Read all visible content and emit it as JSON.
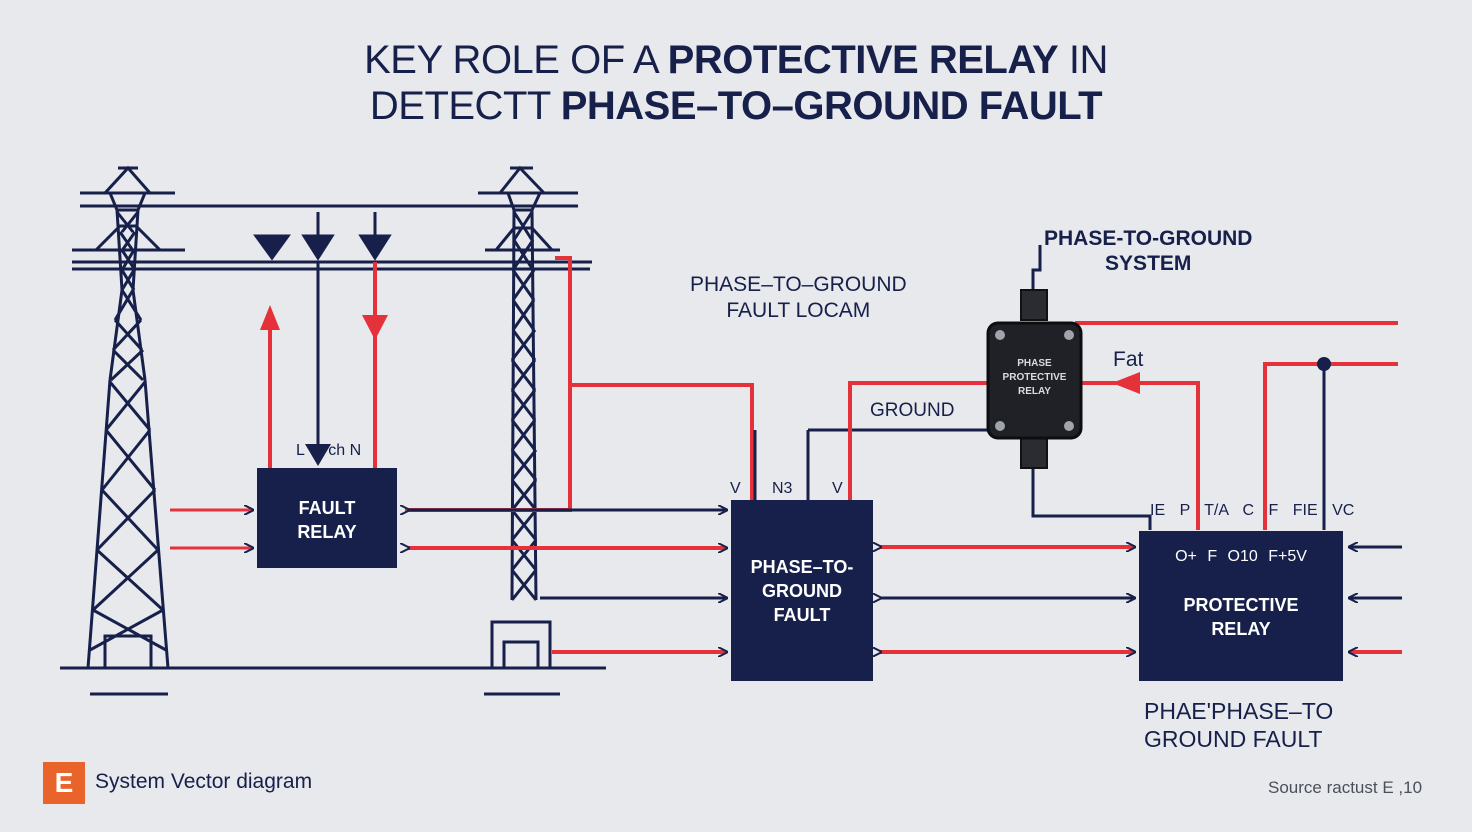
{
  "title": {
    "line1_prefix": "KEY ROLE OF A ",
    "line1_bold": "PROTECTIVE RELAY",
    "line1_suffix": " IN",
    "line2_prefix": "DETECTT ",
    "line2_bold": "PHASE–TO–GROUND FAULT"
  },
  "labels": {
    "left_box_top": "L W ch N",
    "mid_top_1": "V",
    "mid_top_2": "N3",
    "mid_top_3": "V",
    "fault_locam_line1": "PHASE–TO–GROUND",
    "fault_locam_line2": "FAULT LOCAM",
    "ground": "GROUND",
    "fat": "Fat",
    "system_line1": "PHASE-TO-GROUND",
    "system_line2": "SYSTEM",
    "right_top_row": "IE P T/A C F FIE VC",
    "right_box_header": "O+ F O10 F+5V",
    "bottom_right_line1": "PHAE'PHASE–TO",
    "bottom_right_line2": "GROUND FAULT"
  },
  "boxes": {
    "fault_relay_line1": "FAULT",
    "fault_relay_line2": "RELAY",
    "mid_line1": "PHASE–TO-",
    "mid_line2": "GROUND",
    "mid_line3": "FAULT",
    "protective_line1": "PROTECTIVE",
    "protective_line2": "RELAY"
  },
  "device": {
    "line1": "PHASE",
    "line2": "PROTECTIVE",
    "line3": "RELAY"
  },
  "footer": {
    "badge": "E",
    "caption": "System Vector diagram",
    "source": "Source ractust E ,10"
  },
  "colors": {
    "navy": "#16204a",
    "red": "#e5323a",
    "background": "#e8e9ec",
    "badge": "#e8642a"
  }
}
